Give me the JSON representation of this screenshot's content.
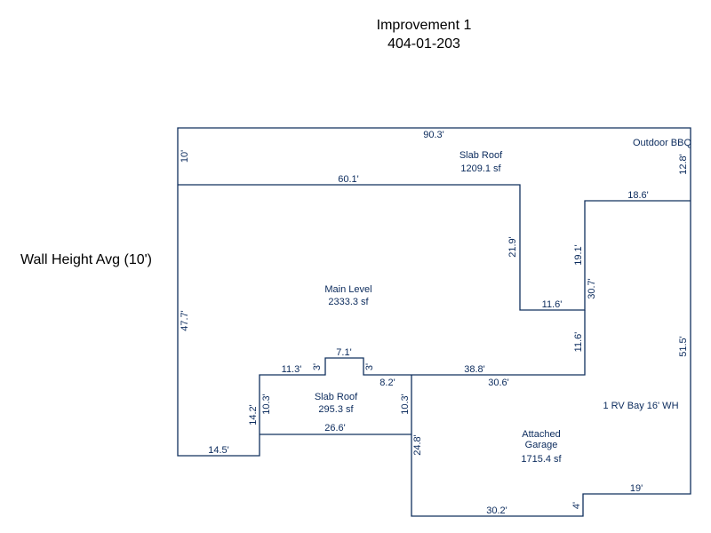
{
  "header": {
    "title": "Improvement 1",
    "parcel": "404-01-203"
  },
  "side_note": "Wall Height Avg (10')",
  "colors": {
    "line": "#10305e",
    "text": "#0a2a5c"
  },
  "areas": {
    "slab_roof_top": {
      "name": "Slab Roof",
      "area": "1209.1 sf"
    },
    "outdoor_bbq": {
      "name": "Outdoor BBQ"
    },
    "main_level": {
      "name": "Main Level",
      "area": "2333.3 sf"
    },
    "slab_roof_small": {
      "name": "Slab Roof",
      "area": "295.3 sf"
    },
    "rv_bay": {
      "name": "1 RV Bay 16' WH"
    },
    "garage": {
      "line1": "Attached",
      "line2": "Garage",
      "area": "1715.4 sf"
    }
  },
  "dims": {
    "top_width": "90.3'",
    "left_top": "10'",
    "right_top": "12.8'",
    "main_top": "60.1'",
    "bbq_bottom": "18.6'",
    "notch_vert": "21.9'",
    "right_step_top": "19.1'",
    "notch_bottom": "11.6'",
    "right_step_mid": "30.7'",
    "right_step_low": "11.6'",
    "left_main": "47.7'",
    "right_outer": "51.5'",
    "bump_top": "7.1'",
    "seg_11_3": "11.3'",
    "bump_left": "3'",
    "bump_right": "3'",
    "seg_38_8": "38.8'",
    "seg_8_2": "8.2'",
    "seg_30_6": "30.6'",
    "slab_left": "10.3'",
    "slab_right": "10.3'",
    "outer_14_2": "14.2'",
    "slab_bottom": "26.6'",
    "bottom_left": "14.5'",
    "garage_left": "24.8'",
    "garage_right_bottom": "19'",
    "garage_step": "4'",
    "garage_bottom": "30.2'"
  }
}
